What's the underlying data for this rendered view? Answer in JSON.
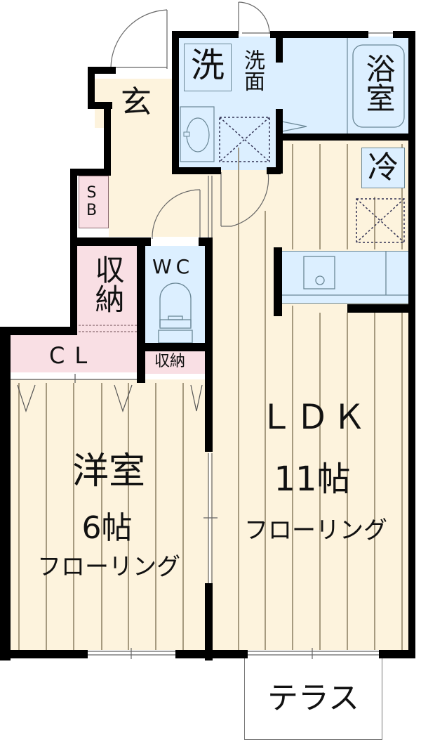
{
  "colors": {
    "floor": "#fdf3dd",
    "wet_area": "#dcefff",
    "storage": "#f9dfe4",
    "wall": "#000000",
    "grain_line": "#8a7c60"
  },
  "rooms": {
    "entrance": {
      "label": "玄"
    },
    "shoe_box": {
      "label": "SB"
    },
    "laundry": {
      "icon_label": "洗",
      "label": "洗面"
    },
    "bath": {
      "label": "浴室"
    },
    "fridge": {
      "label": "冷"
    },
    "toilet": {
      "label": "WC"
    },
    "storage_main": {
      "label": "収納"
    },
    "closet": {
      "label": "CL"
    },
    "storage_small": {
      "label": "収納"
    },
    "western_room": {
      "label": "洋室",
      "size": "6帖",
      "floor": "フローリング"
    },
    "ldk": {
      "label": "ＬＤＫ",
      "size": "11帖",
      "floor": "フローリング"
    },
    "terrace": {
      "label": "テラス"
    }
  }
}
